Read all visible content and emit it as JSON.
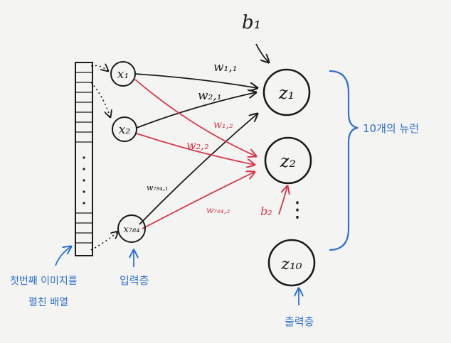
{
  "bias": {
    "b1": "b₁",
    "b2": "b₂"
  },
  "inputs": [
    {
      "label": "x₁"
    },
    {
      "label": "x₂"
    },
    {
      "label": "x₇₈₄"
    }
  ],
  "outputs": [
    {
      "label": "z₁"
    },
    {
      "label": "z₂"
    },
    {
      "label": "z₁₀"
    }
  ],
  "weights": {
    "w11": "w₁,₁",
    "w21": "w₂,₁",
    "w12": "w₁,₂",
    "w22": "w₂,₂",
    "w784_1": "w₇₈₄,₁",
    "w784_2": "w₇₈₄,₂"
  },
  "ellipsis": "⋮",
  "notes": {
    "neurons": "10개의 뉴런",
    "array_line1": "첫번째 이미지를",
    "array_line2": "펼친 배열",
    "input_layer": "입력층",
    "output_layer": "출력층"
  },
  "colors": {
    "black": "#1a1a1a",
    "red": "#d8374c",
    "blue": "#2f6fd1"
  }
}
